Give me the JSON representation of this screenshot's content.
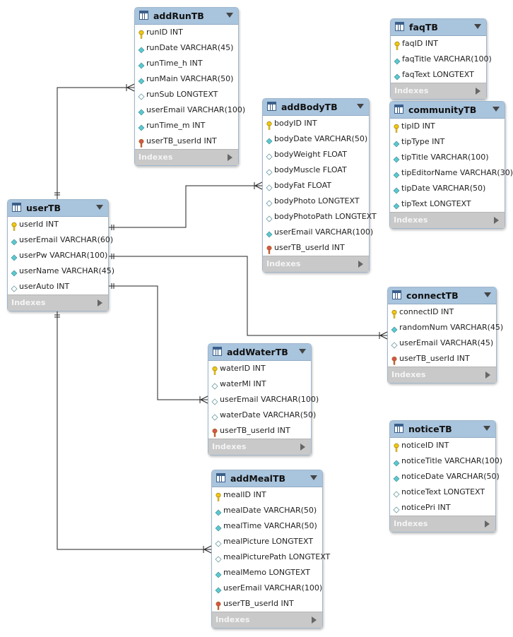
{
  "indexes_label": "Indexes",
  "tables": [
    {
      "id": "addRunTB",
      "name": "addRunTB",
      "columns": [
        {
          "text": "runID INT",
          "icon": "primary-key-icon"
        },
        {
          "text": "runDate VARCHAR(45)",
          "icon": "column-diamond-filled-icon"
        },
        {
          "text": "runTime_h INT",
          "icon": "column-diamond-filled-icon"
        },
        {
          "text": "runMain VARCHAR(50)",
          "icon": "column-diamond-filled-icon"
        },
        {
          "text": "runSub LONGTEXT",
          "icon": "column-diamond-empty-icon"
        },
        {
          "text": "userEmail VARCHAR(100)",
          "icon": "column-diamond-filled-icon"
        },
        {
          "text": "runTime_m INT",
          "icon": "column-diamond-filled-icon"
        },
        {
          "text": "userTB_userId INT",
          "icon": "foreign-key-icon"
        }
      ]
    },
    {
      "id": "addBodyTB",
      "name": "addBodyTB",
      "columns": [
        {
          "text": "bodyID INT",
          "icon": "primary-key-icon"
        },
        {
          "text": "bodyDate VARCHAR(50)",
          "icon": "column-diamond-filled-icon"
        },
        {
          "text": "bodyWeight FLOAT",
          "icon": "column-diamond-empty-icon"
        },
        {
          "text": "bodyMuscle FLOAT",
          "icon": "column-diamond-empty-icon"
        },
        {
          "text": "bodyFat FLOAT",
          "icon": "column-diamond-empty-icon"
        },
        {
          "text": "bodyPhoto LONGTEXT",
          "icon": "column-diamond-empty-icon"
        },
        {
          "text": "bodyPhotoPath LONGTEXT",
          "icon": "column-diamond-empty-icon"
        },
        {
          "text": "userEmail VARCHAR(100)",
          "icon": "column-diamond-filled-icon"
        },
        {
          "text": "userTB_userId INT",
          "icon": "foreign-key-icon"
        }
      ]
    },
    {
      "id": "faqTB",
      "name": "faqTB",
      "columns": [
        {
          "text": "faqID INT",
          "icon": "primary-key-icon"
        },
        {
          "text": "faqTitle VARCHAR(100)",
          "icon": "column-diamond-filled-icon"
        },
        {
          "text": "faqText LONGTEXT",
          "icon": "column-diamond-filled-icon"
        }
      ]
    },
    {
      "id": "communityTB",
      "name": "communityTB",
      "columns": [
        {
          "text": "tipID INT",
          "icon": "primary-key-icon"
        },
        {
          "text": "tipType INT",
          "icon": "column-diamond-filled-icon"
        },
        {
          "text": "tipTitle VARCHAR(100)",
          "icon": "column-diamond-filled-icon"
        },
        {
          "text": "tipEditorName VARCHAR(30)",
          "icon": "column-diamond-filled-icon"
        },
        {
          "text": "tipDate VARCHAR(50)",
          "icon": "column-diamond-filled-icon"
        },
        {
          "text": "tipText LONGTEXT",
          "icon": "column-diamond-filled-icon"
        }
      ]
    },
    {
      "id": "userTB",
      "name": "userTB",
      "columns": [
        {
          "text": "userId INT",
          "icon": "primary-key-icon"
        },
        {
          "text": "userEmail VARCHAR(60)",
          "icon": "column-diamond-filled-icon"
        },
        {
          "text": "userPw VARCHAR(100)",
          "icon": "column-diamond-filled-icon"
        },
        {
          "text": "userName VARCHAR(45)",
          "icon": "column-diamond-filled-icon"
        },
        {
          "text": "userAuto INT",
          "icon": "column-diamond-empty-icon"
        }
      ]
    },
    {
      "id": "connectTB",
      "name": "connectTB",
      "columns": [
        {
          "text": "connectID INT",
          "icon": "primary-key-icon"
        },
        {
          "text": "randomNum VARCHAR(45)",
          "icon": "column-diamond-filled-icon"
        },
        {
          "text": "userEmail VARCHAR(45)",
          "icon": "column-diamond-empty-icon"
        },
        {
          "text": "userTB_userId INT",
          "icon": "foreign-key-icon"
        }
      ]
    },
    {
      "id": "addWaterTB",
      "name": "addWaterTB",
      "columns": [
        {
          "text": "waterID INT",
          "icon": "primary-key-icon"
        },
        {
          "text": "waterMl INT",
          "icon": "column-diamond-empty-icon"
        },
        {
          "text": "userEmail VARCHAR(100)",
          "icon": "column-diamond-empty-icon"
        },
        {
          "text": "waterDate VARCHAR(50)",
          "icon": "column-diamond-empty-icon"
        },
        {
          "text": "userTB_userId INT",
          "icon": "foreign-key-icon"
        }
      ]
    },
    {
      "id": "noticeTB",
      "name": "noticeTB",
      "columns": [
        {
          "text": "noticeID INT",
          "icon": "primary-key-icon"
        },
        {
          "text": "noticeTitle VARCHAR(100)",
          "icon": "column-diamond-filled-icon"
        },
        {
          "text": "noticeDate VARCHAR(50)",
          "icon": "column-diamond-filled-icon"
        },
        {
          "text": "noticeText LONGTEXT",
          "icon": "column-diamond-empty-icon"
        },
        {
          "text": "noticePri INT",
          "icon": "column-diamond-empty-icon"
        }
      ]
    },
    {
      "id": "addMealTB",
      "name": "addMealTB",
      "columns": [
        {
          "text": "mealID INT",
          "icon": "primary-key-icon"
        },
        {
          "text": "mealDate VARCHAR(50)",
          "icon": "column-diamond-filled-icon"
        },
        {
          "text": "mealTime VARCHAR(50)",
          "icon": "column-diamond-filled-icon"
        },
        {
          "text": "mealPicture LONGTEXT",
          "icon": "column-diamond-empty-icon"
        },
        {
          "text": "mealPicturePath LONGTEXT",
          "icon": "column-diamond-empty-icon"
        },
        {
          "text": "mealMemo LONGTEXT",
          "icon": "column-diamond-filled-icon"
        },
        {
          "text": "userEmail VARCHAR(100)",
          "icon": "column-diamond-filled-icon"
        },
        {
          "text": "userTB_userId INT",
          "icon": "foreign-key-icon"
        }
      ]
    }
  ],
  "relationships": [
    {
      "from": "userTB",
      "to": "addRunTB",
      "from_cardinality": "one-and-only-one",
      "to_cardinality": "one-or-many"
    },
    {
      "from": "userTB",
      "to": "addBodyTB",
      "from_cardinality": "one-and-only-one",
      "to_cardinality": "one-or-many"
    },
    {
      "from": "userTB",
      "to": "connectTB",
      "from_cardinality": "one-and-only-one",
      "to_cardinality": "one-or-many"
    },
    {
      "from": "userTB",
      "to": "addWaterTB",
      "from_cardinality": "one-and-only-one",
      "to_cardinality": "one-or-many"
    },
    {
      "from": "userTB",
      "to": "addMealTB",
      "from_cardinality": "one-and-only-one",
      "to_cardinality": "one-or-many"
    }
  ],
  "colors": {
    "header": "#a9c4dd",
    "footer": "#c9c9c9",
    "primary_key": "#f2c811",
    "foreign_key": "#d9534f",
    "column_diamond": "#5bc8d0"
  }
}
